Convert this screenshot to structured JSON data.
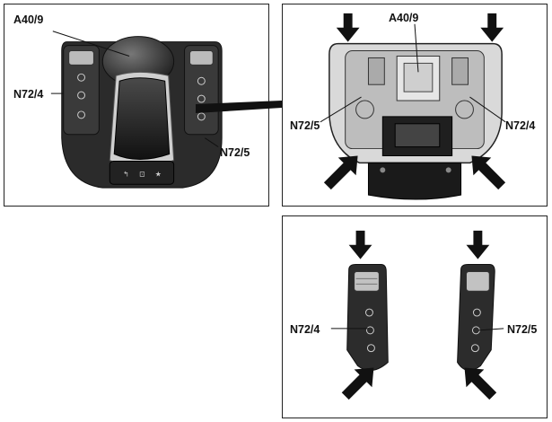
{
  "panel_top_left": {
    "labels": {
      "sensor": "A40/9",
      "left_group": "N72/4",
      "right_group": "N72/5"
    }
  },
  "panel_top_right": {
    "labels": {
      "sensor": "A40/9",
      "left_group": "N72/5",
      "right_group": "N72/4"
    }
  },
  "panel_bottom": {
    "labels": {
      "left_group": "N72/4",
      "right_group": "N72/5"
    }
  },
  "icons": [
    "down-arrow-icon",
    "diagonal-arrow-icon",
    "rotary-knob-icon",
    "touchpad-icon",
    "switch-strip-icon"
  ],
  "colors": {
    "outline": "#222222",
    "body_dark": "#2b2b2b",
    "body_mid": "#555555",
    "highlight": "#bbbbbb",
    "background": "#ffffff"
  }
}
